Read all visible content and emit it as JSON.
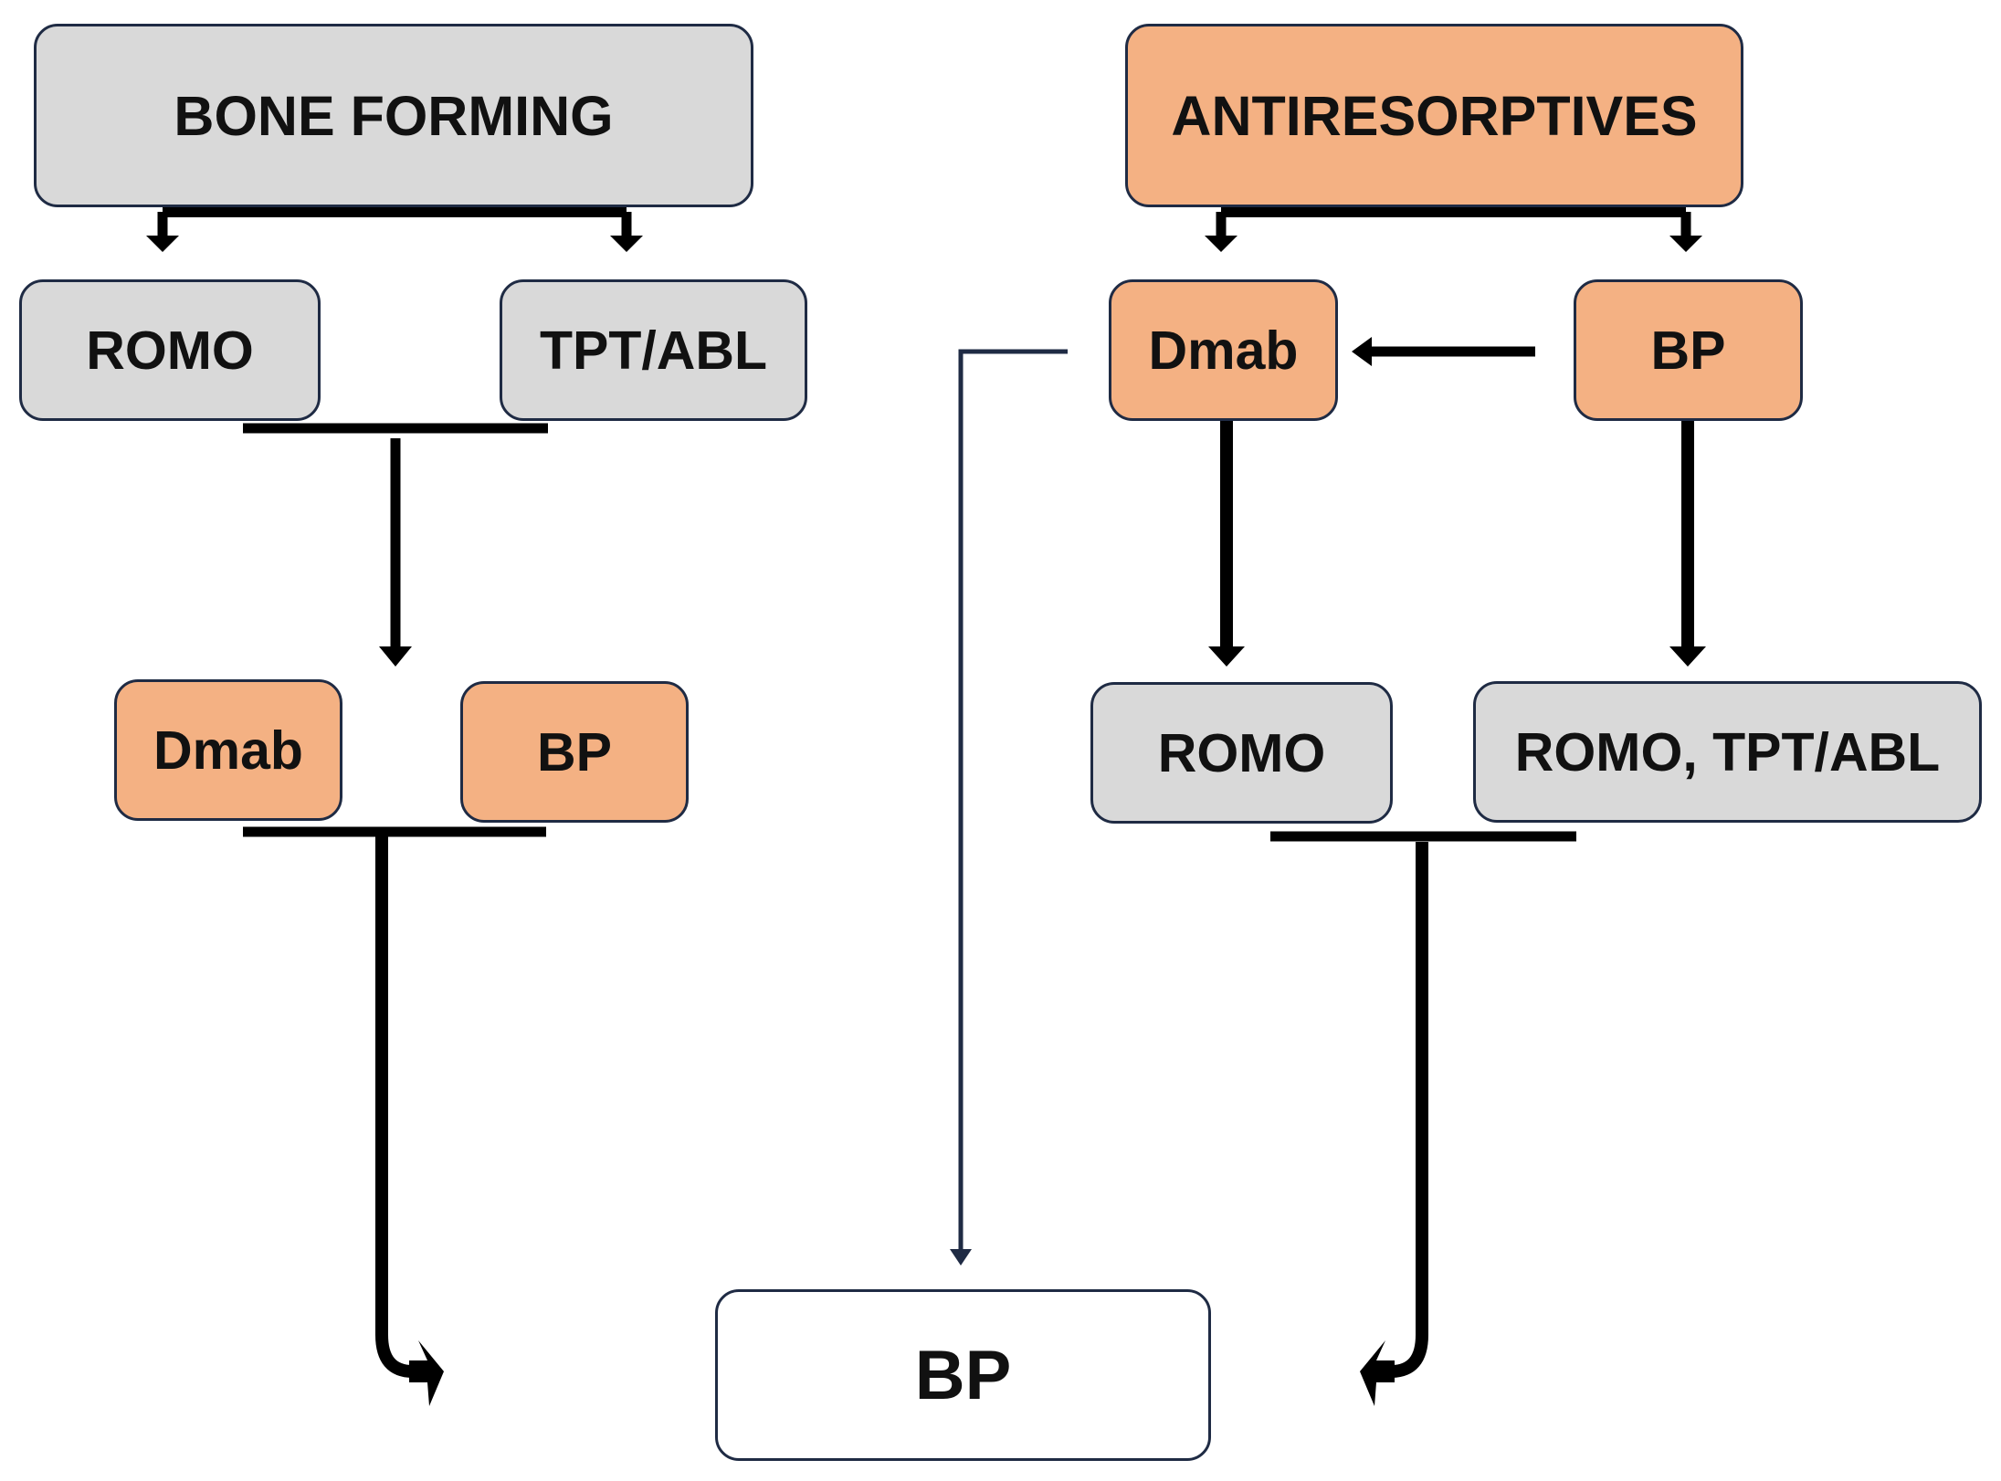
{
  "diagram": {
    "colors": {
      "bone_forming": "#d9d9d9",
      "antiresorptive": "#f4b183",
      "final": "#ffffff",
      "line": "#000000",
      "border": "#1f2b44"
    },
    "left": {
      "header": "BONE FORMING",
      "romo": "ROMO",
      "tpt_abl": "TPT/ABL",
      "dmab": "Dmab",
      "bp": "BP"
    },
    "right": {
      "header": "ANTIRESORPTIVES",
      "dmab": "Dmab",
      "bp": "BP",
      "romo": "ROMO",
      "romo_tpt_abl": "ROMO, TPT/ABL"
    },
    "final": {
      "bp": "BP"
    }
  }
}
